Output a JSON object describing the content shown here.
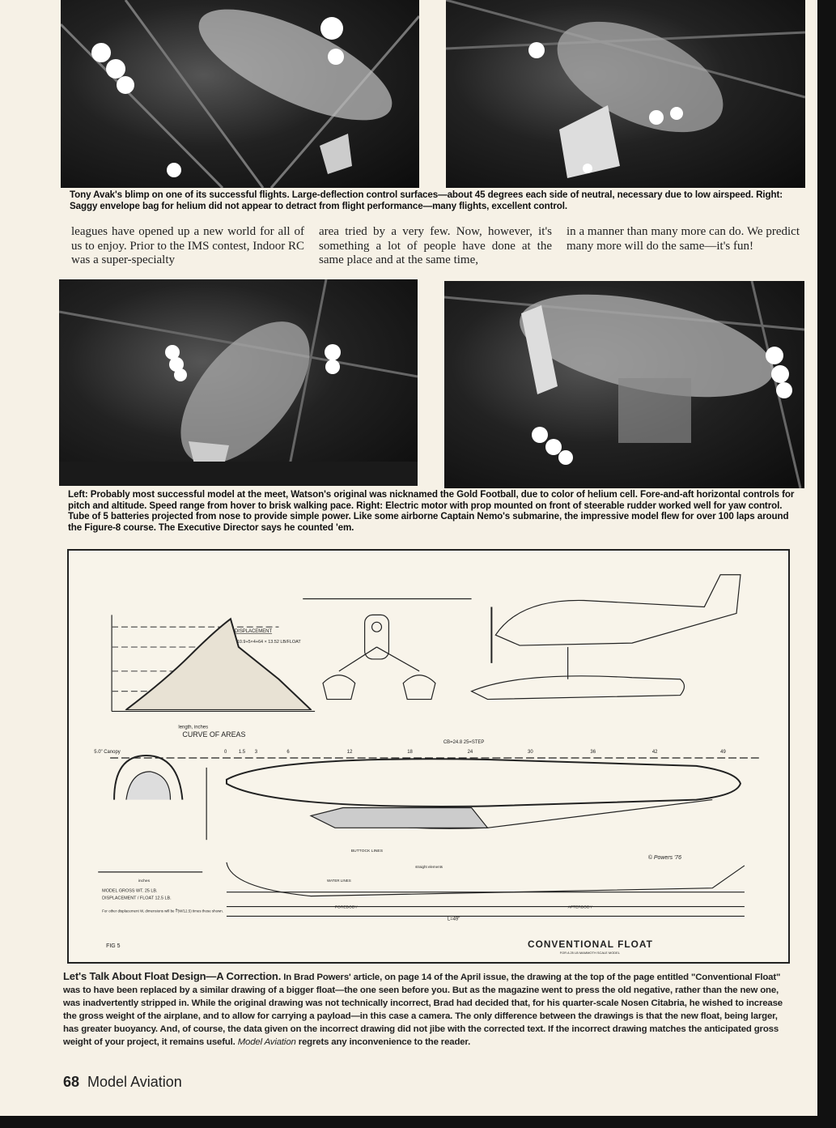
{
  "captions": {
    "top": "Tony Avak's blimp on one of its successful flights. Large-deflection control surfaces—about 45 degrees each side of neutral, necessary due to low airspeed. Right: Saggy envelope bag for helium did not appear to detract from flight performance—many flights, excellent control.",
    "middle": "Left: Probably most successful model at the meet, Watson's original was nicknamed the Gold Football, due to color of helium cell. Fore-and-aft horizontal controls for pitch and altitude. Speed range from hover to brisk walking pace. Right: Electric motor with prop mounted on front of steerable rudder worked well for yaw control. Tube of 5 batteries projected from nose to provide simple power. Like some airborne Captain Nemo's submarine, the impressive model flew for over 100 laps around the Figure-8 course. The Executive Director says he counted 'em."
  },
  "body_columns": [
    "leagues have opened up a new world for all of us to enjoy. Prior to the IMS contest, Indoor RC was a super-specialty",
    "area tried by a very few. Now, however, it's something a lot of people have done at the same place and at the same time,",
    "in a manner than many more can do. We predict many more will do the same—it's fun!"
  ],
  "drawing": {
    "title": "CONVENTIONAL FLOAT",
    "subtitle": "FOR A 25 LB MAMMOTH SCALE MODEL",
    "fig": "FIG 5",
    "curve_title": "CURVE OF AREAS",
    "curve_xlabel": "length, inches",
    "displacement_label": "DISPLACEMENT",
    "displacement_formula": "10.9+5×4+64 × 13.52 LB/FLOAT",
    "scale_label": "inches",
    "gross_wt": "MODEL GROSS WT.   25 LB.",
    "displacement_float": "DISPLACEMENT / FLOAT   12.5 LB.",
    "note": "For other displacement W, dimensions will be ∛(W/12.5) times those shown.",
    "forebody": "FOREBODY",
    "afterbody": "AFTERBODY",
    "length": "L=49\"",
    "water_lines": "WATER LINES",
    "buttock_lines": "BUTTOCK LINES",
    "straight_elements": "straight elements",
    "step": "CB=24.8  25=STEP",
    "canopy": "5.0\" Canopy",
    "signature": "© Powers '76",
    "stations": [
      "0",
      "1.5",
      "3",
      "6",
      "12",
      "18",
      "24",
      "30",
      "36",
      "42",
      "49"
    ]
  },
  "correction": {
    "lead": "Let's Talk About Float Design—A Correction.",
    "text1": "In Brad Powers' article, on page 14 of the April issue, the drawing at the top of the page entitled \"Conventional Float\" was to have been replaced by a similar drawing of a bigger float—the one seen before you. But as the magazine went to press the old negative, rather than the new one, was inadvertently stripped in. While the original drawing was not technically incorrect, Brad had decided that, for his quarter-scale Nosen Citabria, he wished to increase the gross weight of the airplane, and to allow for carrying a payload—in this case a camera. The only difference between the drawings is that the new float, being larger, has greater buoyancy. And, of course, the data given on the incorrect drawing did not jibe with the corrected text. If the incorrect drawing matches the anticipated gross weight of your project, it remains useful.",
    "magazine": "Model Aviation",
    "text2": "regrets any inconvenience to the reader."
  },
  "footer": {
    "page": "68",
    "magazine": "Model Aviation"
  }
}
